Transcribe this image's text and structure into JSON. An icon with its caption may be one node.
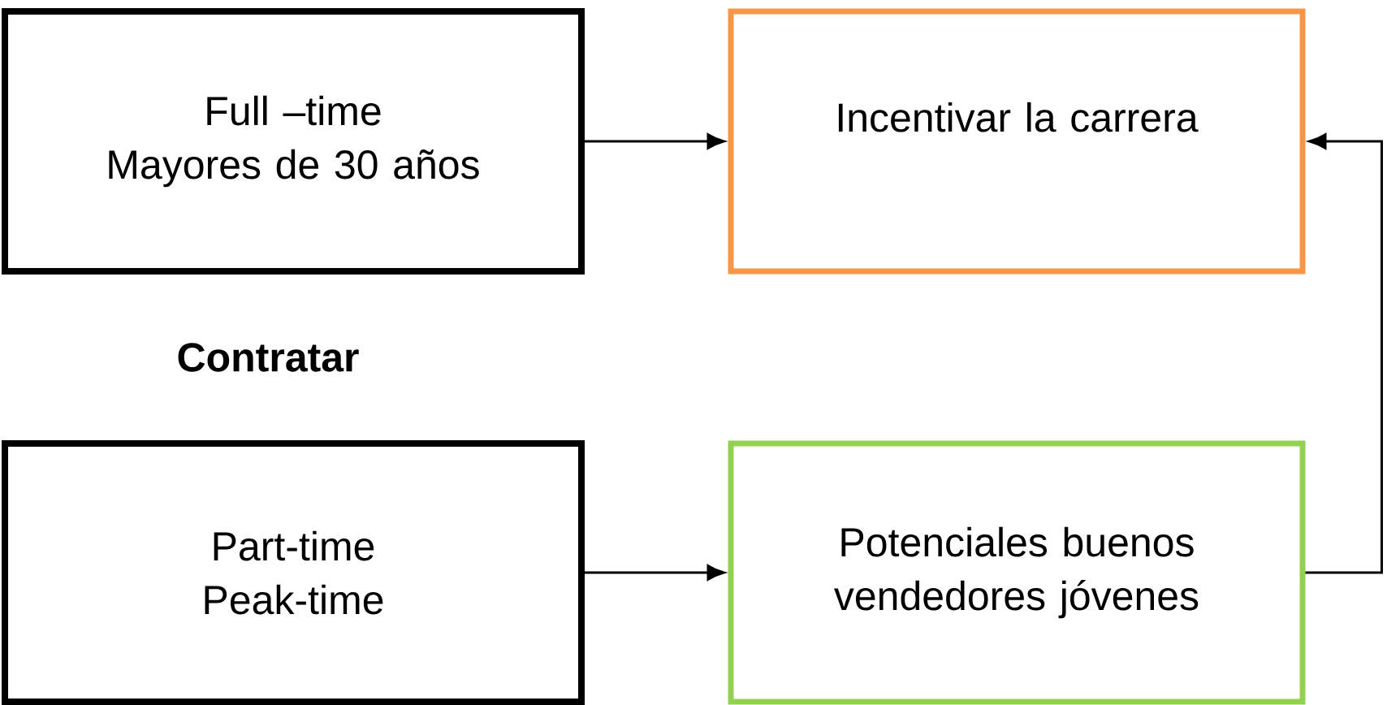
{
  "diagram": {
    "nodes": [
      {
        "text": [
          "Full –time",
          "Mayores de 30 años"
        ]
      },
      {
        "text": [
          "Incentivar la carrera"
        ]
      },
      {
        "text": [
          "Part-time",
          "Peak-time"
        ]
      },
      {
        "text": [
          "Potenciales buenos vendedores jóvenes"
        ]
      }
    ],
    "edges": [
      {
        "from": 0,
        "to": 1,
        "arrow": "to"
      },
      {
        "from": 2,
        "to": 3,
        "arrow": "to"
      },
      {
        "from": 3,
        "to": 1,
        "arrow": "to"
      }
    ],
    "labels": [
      "Contratar"
    ]
  }
}
